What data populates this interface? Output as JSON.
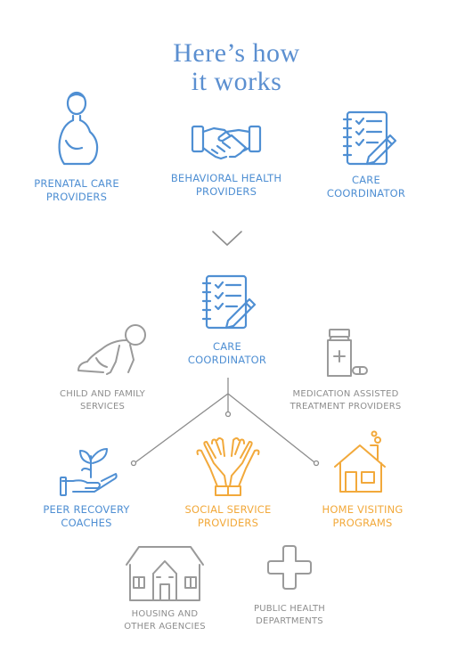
{
  "title": {
    "line1": "Here’s how",
    "line2": "it works"
  },
  "colors": {
    "blue": "#4f8fd3",
    "gray": "#8d8d8d",
    "orange": "#f2a93b"
  },
  "top_row": [
    {
      "icon": "pregnant-woman-icon",
      "line1": "PRENATAL CARE",
      "line2": "PROVIDERS"
    },
    {
      "icon": "handshake-icon",
      "line1": "BEHAVIORAL HEALTH",
      "line2": "PROVIDERS"
    },
    {
      "icon": "checklist-icon",
      "line1": "CARE",
      "line2": "COORDINATOR"
    }
  ],
  "chevron": {
    "icon": "chevron-down-icon"
  },
  "center": {
    "icon": "checklist-icon",
    "line1": "CARE",
    "line2": "COORDINATOR"
  },
  "services": {
    "child_family": {
      "icon": "crawling-baby-icon",
      "line1": "CHILD AND FAMILY",
      "line2": "SERVICES"
    },
    "medication": {
      "icon": "medicine-bottle-icon",
      "line1": "MEDICATION ASSISTED",
      "line2": "TREATMENT PROVIDERS"
    },
    "peer_recovery": {
      "icon": "hand-sprout-icon",
      "line1": "PEER RECOVERY",
      "line2": "COACHES"
    },
    "social_service": {
      "icon": "open-hands-icon",
      "line1": "SOCIAL SERVICE",
      "line2": "PROVIDERS"
    },
    "home_visiting": {
      "icon": "house-icon",
      "line1": "HOME VISITING",
      "line2": "PROGRAMS"
    },
    "housing": {
      "icon": "building-icon",
      "line1": "HOUSING AND",
      "line2": "OTHER AGENCIES"
    },
    "public_health": {
      "icon": "medical-cross-icon",
      "line1": "PUBLIC HEALTH",
      "line2": "DEPARTMENTS"
    }
  }
}
